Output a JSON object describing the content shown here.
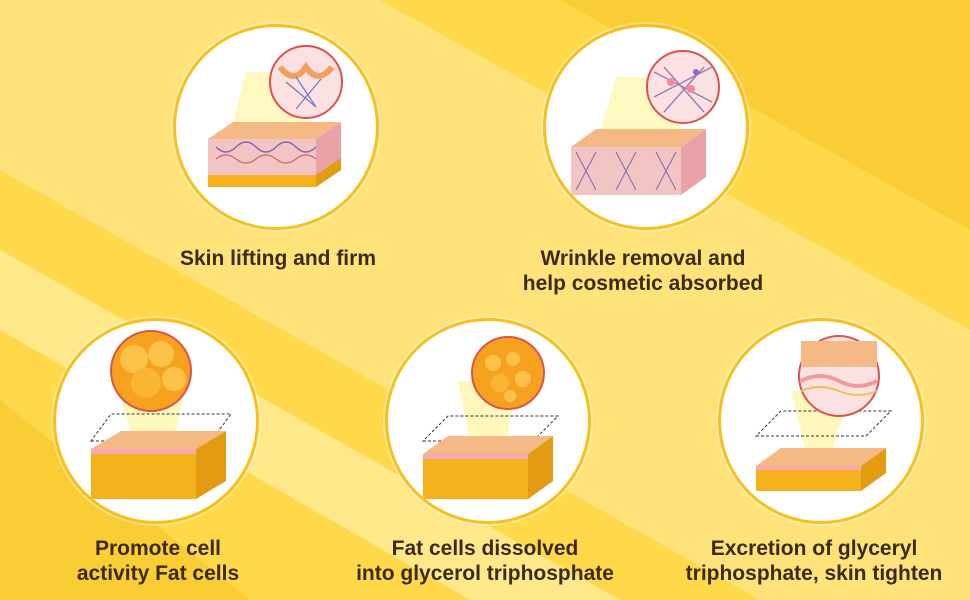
{
  "features": [
    {
      "id": "lifting",
      "lines": [
        "Skin lifting and firm"
      ],
      "illustration": "skin-layers-lifting-icon"
    },
    {
      "id": "wrinkle",
      "lines": [
        "Wrinkle removal and",
        "help cosmetic absorbed"
      ],
      "illustration": "skin-layers-collagen-icon"
    },
    {
      "id": "promote",
      "lines": [
        "Promote cell",
        "activity Fat cells"
      ],
      "illustration": "fat-cells-large-icon"
    },
    {
      "id": "dissolve",
      "lines": [
        "Fat cells dissolved",
        "into glycerol triphosphate"
      ],
      "illustration": "fat-cells-dissolving-icon"
    },
    {
      "id": "excrete",
      "lines": [
        "Excretion of glyceryl",
        "triphosphate, skin tighten"
      ],
      "illustration": "skin-tightening-icon"
    }
  ],
  "colors": {
    "background": "#ffd94a",
    "stripe_light": "#ffe88a",
    "stripe_dark": "#f9c92a",
    "circle_border": "#f6c01e",
    "text": "#3b2b1a",
    "skin_top": "#f2b27a",
    "skin_side": "#e89a5e",
    "fat": "#f5b21c"
  }
}
